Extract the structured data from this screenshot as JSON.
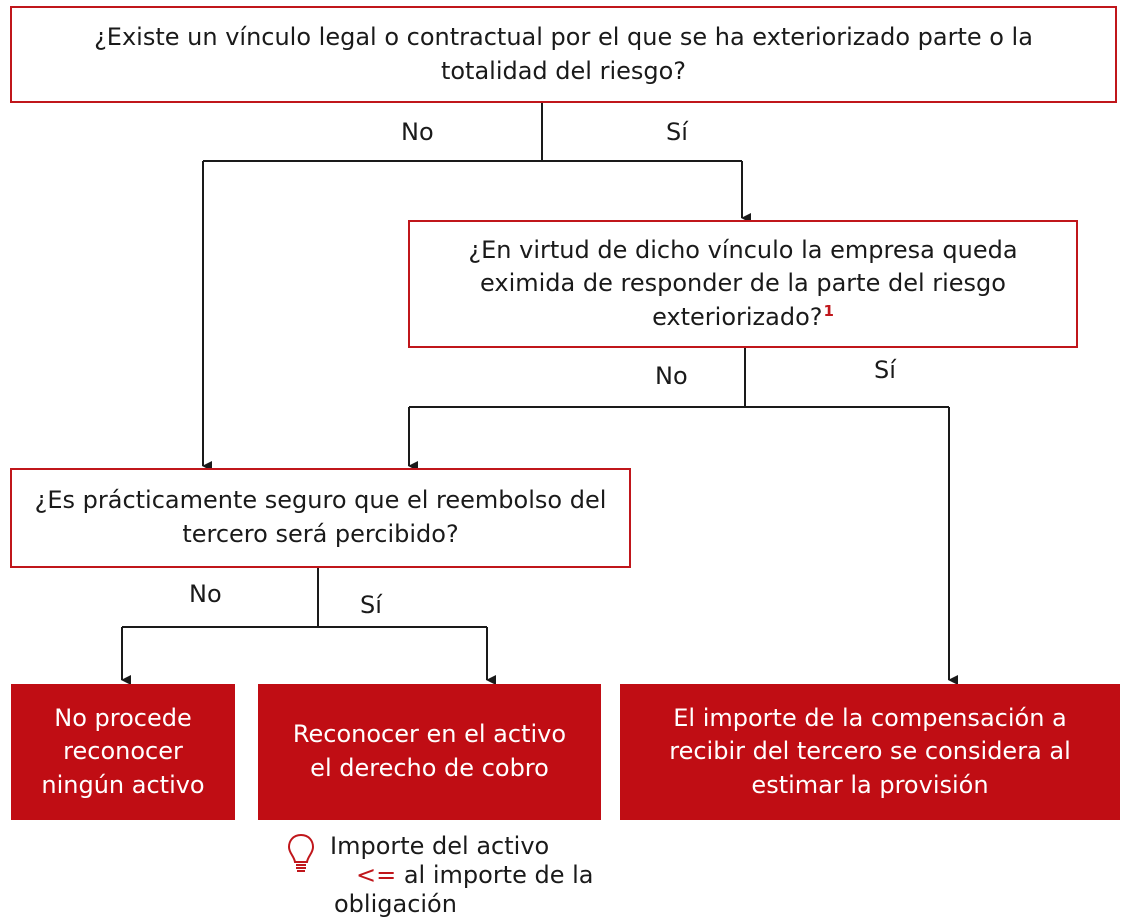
{
  "q1": {
    "text": "¿Existe un vínculo legal o contractual por el que se ha exteriorizado parte o la totalidad del riesgo?"
  },
  "q2": {
    "text": "¿En virtud de dicho vínculo la empresa queda eximida de responder de la parte del riesgo exteriorizado?",
    "footnote": "1"
  },
  "q3": {
    "text": "¿Es prácticamente seguro que el reembolso del tercero será percibido?"
  },
  "labels": {
    "q1_no": "No",
    "q1_yes": "Sí",
    "q2_no": "No",
    "q2_yes": "Sí",
    "q3_no": "No",
    "q3_yes": "Sí"
  },
  "results": {
    "no_asset": "No procede reconocer ningún activo",
    "recognize": "Reconocer en el activo el derecho de cobro",
    "provision": "El importe de la compensación a recibir del tercero se considera al estimar la provisión"
  },
  "note": {
    "icon": "lightbulb-icon",
    "line1": "Importe del activo",
    "operator": "<=",
    "line2_rest": " al importe de la",
    "line3": "obligación"
  },
  "colors": {
    "accent": "#c0161b",
    "result_fill": "#c00d14",
    "line": "#1a1a1a"
  }
}
